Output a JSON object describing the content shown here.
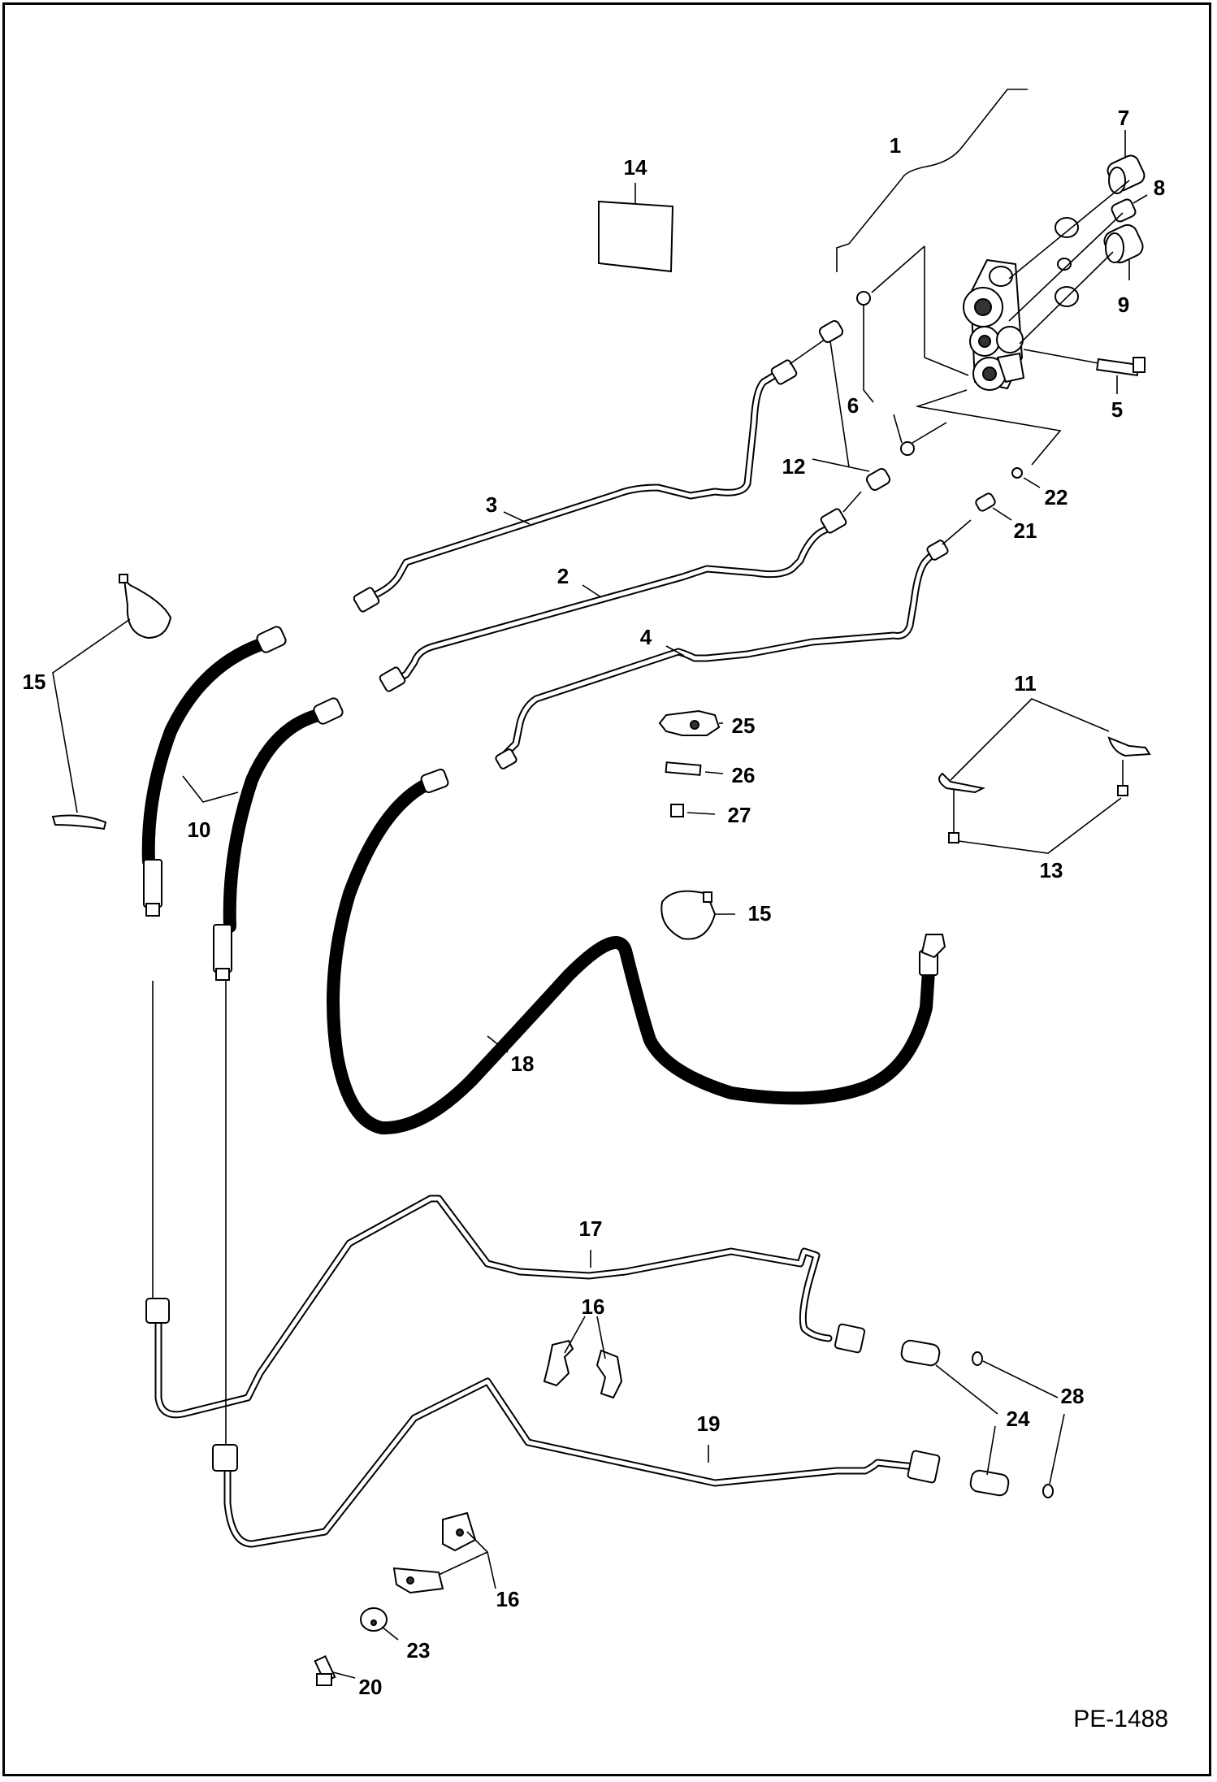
{
  "drawing_code": "PE-1488",
  "callouts": {
    "c1": "1",
    "c2": "2",
    "c3": "3",
    "c4": "4",
    "c5": "5",
    "c6": "6",
    "c7": "7",
    "c8": "8",
    "c9": "9",
    "c10": "10",
    "c11": "11",
    "c12": "12",
    "c13": "13",
    "c14": "14",
    "c15a": "15",
    "c15b": "15",
    "c16a": "16",
    "c16b": "16",
    "c17": "17",
    "c18": "18",
    "c19": "19",
    "c20": "20",
    "c21": "21",
    "c22": "22",
    "c23": "23",
    "c24": "24",
    "c25": "25",
    "c26": "26",
    "c27": "27",
    "c28": "28"
  }
}
